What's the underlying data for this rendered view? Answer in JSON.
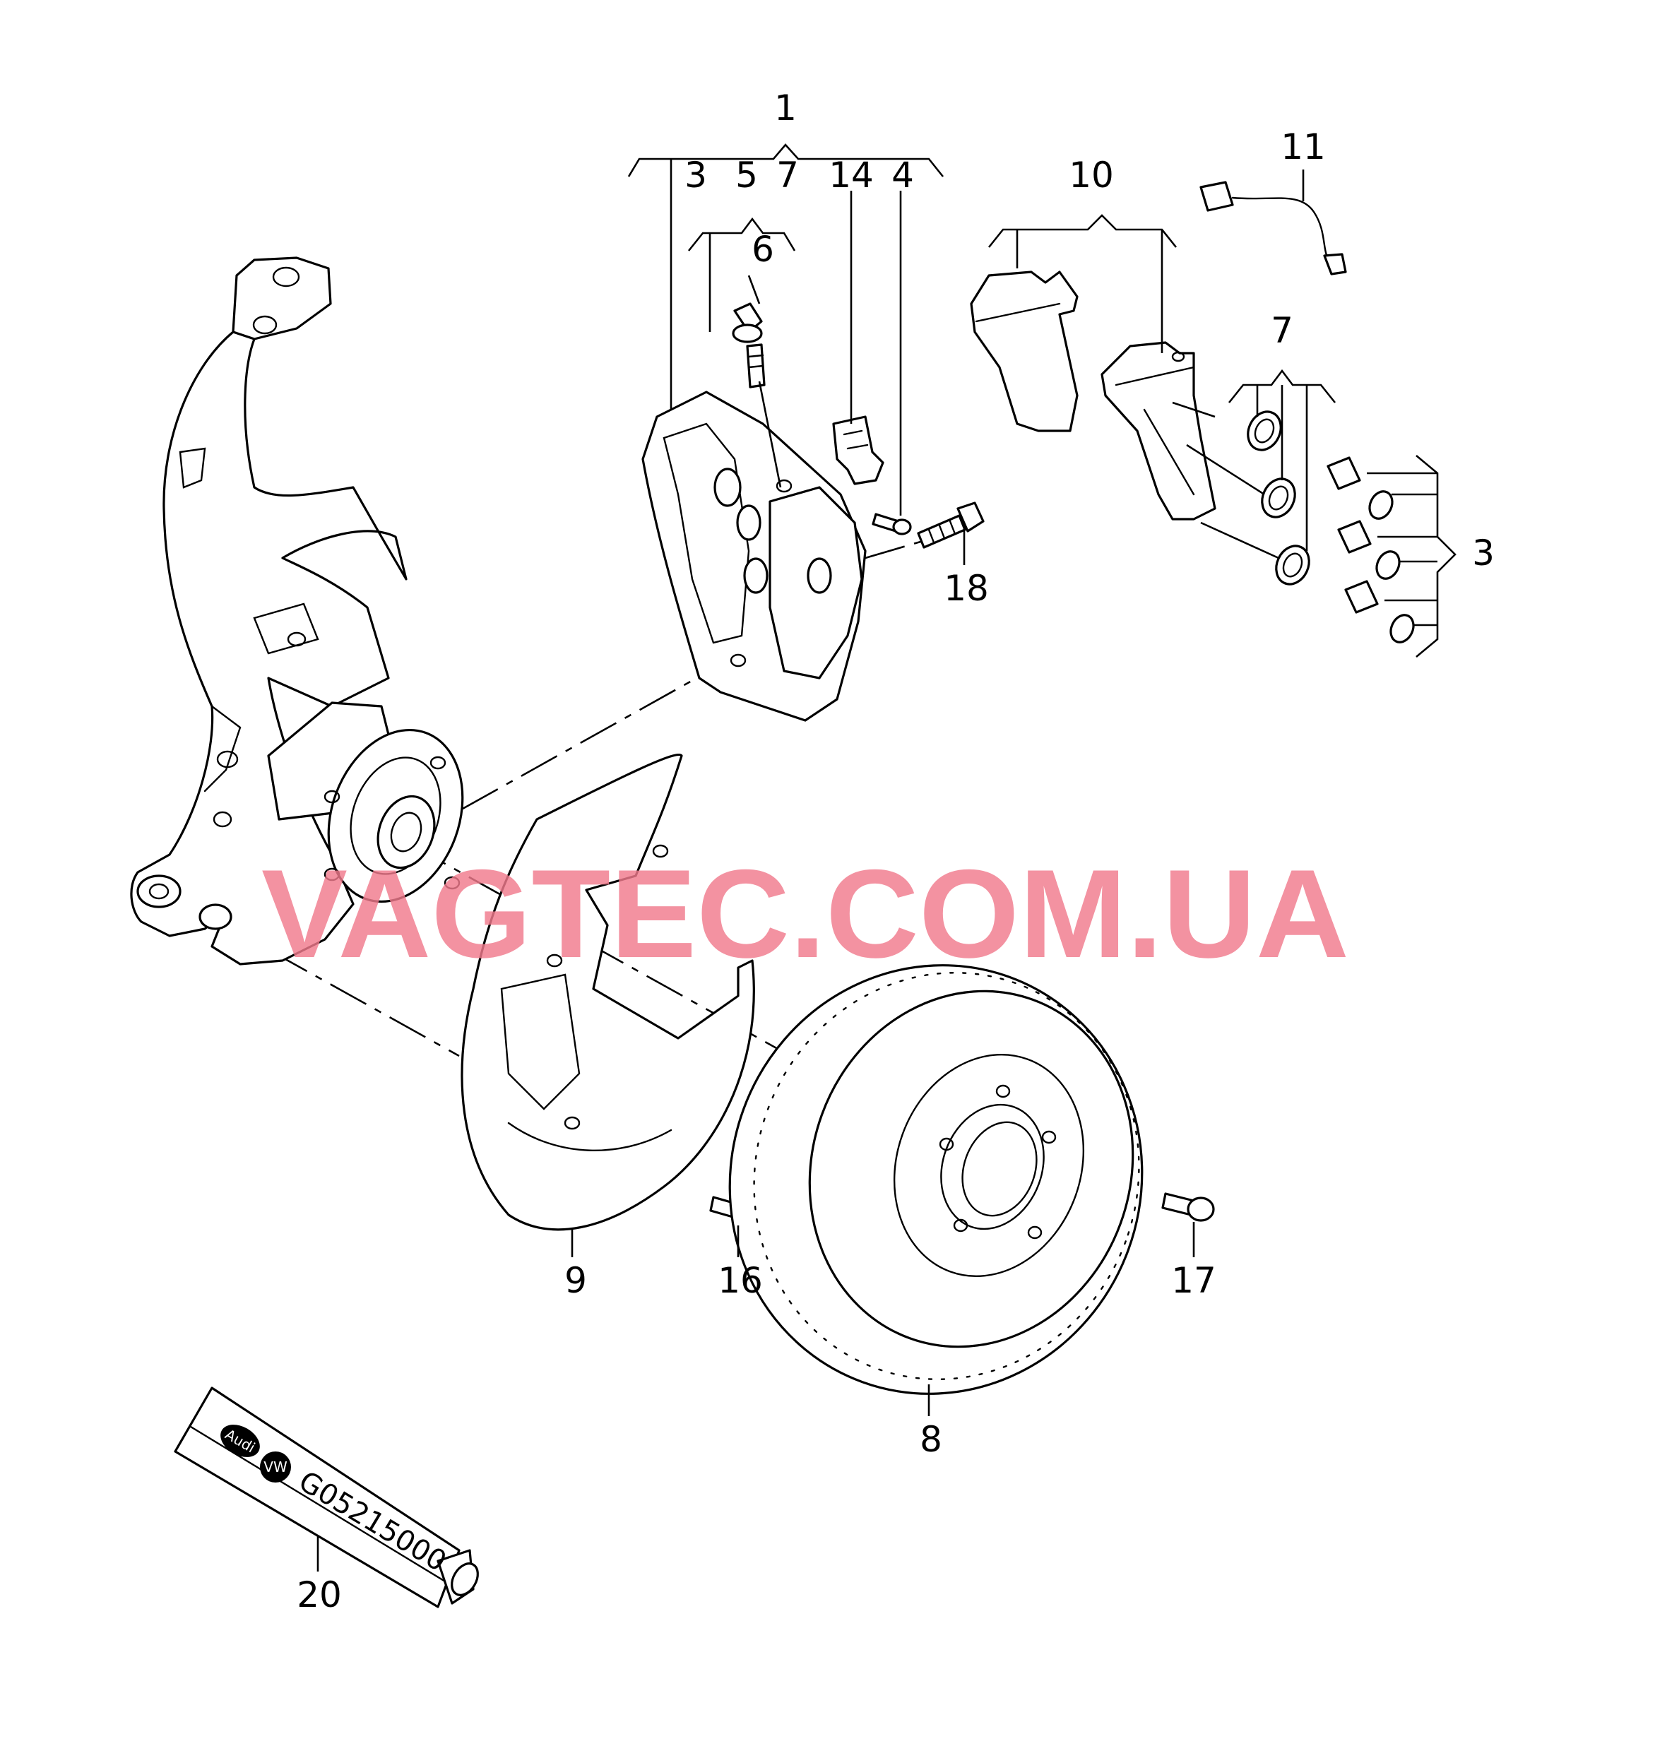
{
  "diagram": {
    "callouts": [
      "1",
      "3",
      "5",
      "7",
      "14",
      "4",
      "6",
      "10",
      "11",
      "7",
      "3",
      "18",
      "9",
      "16",
      "17",
      "8",
      "20"
    ]
  },
  "watermark": "VAGTEC.COM.UA",
  "tube": {
    "logo_left": "Audi",
    "logo_right": "VW",
    "part_number": "G05215000"
  }
}
